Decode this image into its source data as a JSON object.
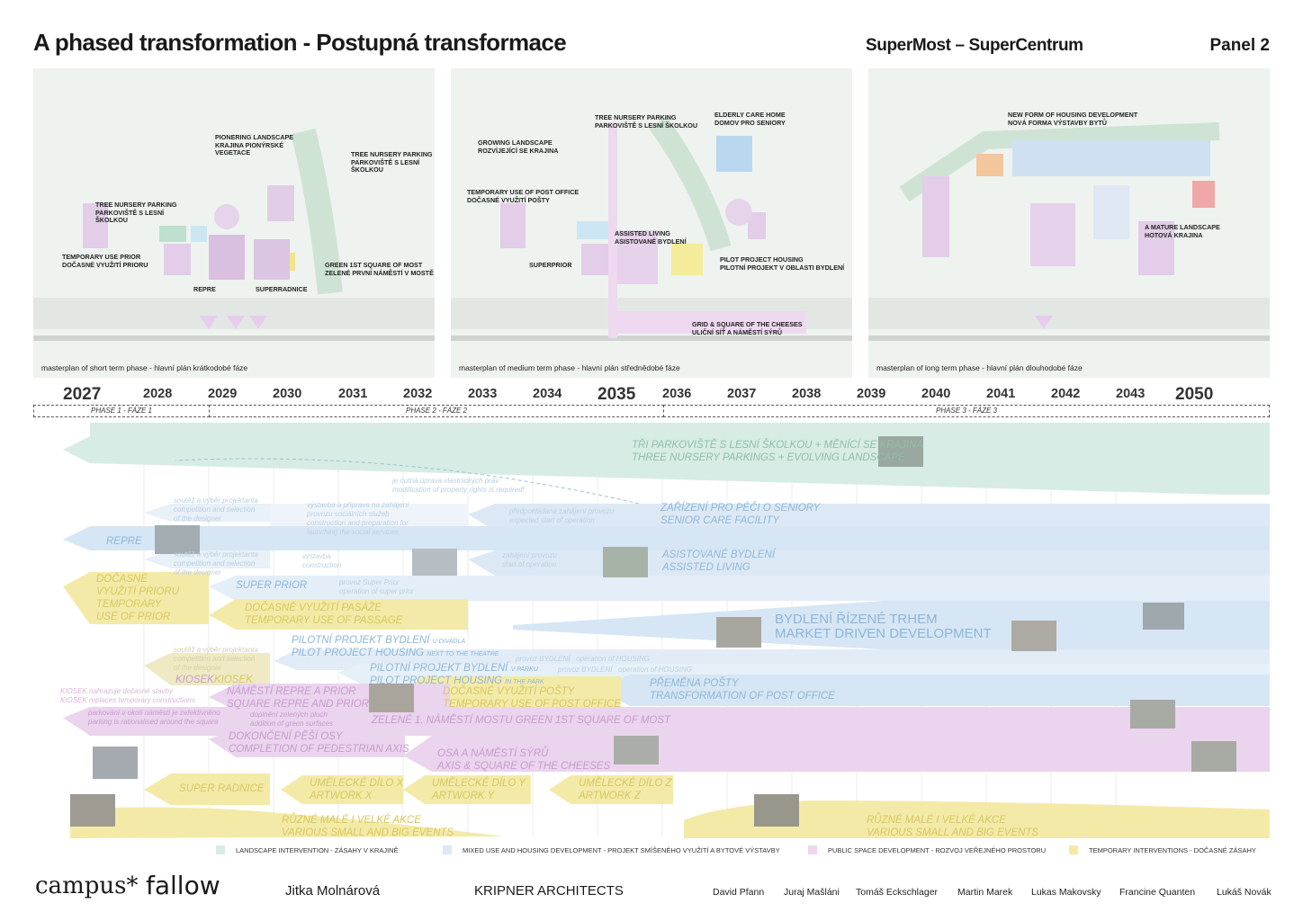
{
  "header": {
    "title": "A phased transformation - Postupná transformace",
    "project": "SuperMost – SuperCentrum",
    "panel": "Panel 2"
  },
  "maps": [
    {
      "caption": "masterplan of short term phase - hlavní plán krátkodobé fáze",
      "labels": [
        "PIONERING LANDSCAPE\nKRAJINA PIONÝRSKÉ\nVEGETACE",
        "TREE NURSERY PARKING\nPARKOVIŠTĚ S LESNÍ\nŠKOLKOU",
        "TREE NURSERY PARKING\nPARKOVIŠTĚ S LESNÍ\nŠKOLKOU",
        "TEMPORARY USE PRIOR\nDOČASNÉ VYUŽITÍ PRIORU",
        "GREEN 1ST SQUARE OF MOST\nZELENÉ PRVNÍ NÁMĚSTÍ V MOSTĚ",
        "REPRE",
        "SUPERRADNICE"
      ]
    },
    {
      "caption": "masterplan of medium term phase - hlavní plán střednědobé fáze",
      "labels": [
        "TREE NURSERY PARKING\nPARKOVIŠTĚ S LESNÍ ŠKOLKOU",
        "ELDERLY CARE HOME\nDOMOV PRO SENIORY",
        "GROWING LANDSCAPE\nROZVÍJEJÍCÍ SE KRAJINA",
        "TEMPORARY USE OF POST OFFICE\nDOČASNÉ VYUŽITÍ POŠTY",
        "ASSISTED LIVING\nASISTOVANÉ BYDLENÍ",
        "SUPERPRIOR",
        "PILOT PROJECT HOUSING\nPILOTNÍ PROJEKT V OBLASTI BYDLENÍ",
        "GRID & SQUARE OF THE CHEESES\nULIČNÍ SÍŤ A NÁMĚSTÍ SÝRŮ"
      ]
    },
    {
      "caption": "masterplan of long term phase - hlavní plán dlouhodobé fáze",
      "labels": [
        "NEW FORM OF HOUSING DEVELOPMENT\nNOVÁ FORMA VÝSTAVBY BYTŮ",
        "A MATURE LANDSCAPE\nHOTOVÁ KRAJINA"
      ]
    }
  ],
  "years": [
    "2027",
    "2028",
    "2029",
    "2030",
    "2031",
    "2032",
    "2033",
    "2034",
    "2035",
    "2036",
    "2037",
    "2038",
    "2039",
    "2040",
    "2041",
    "2042",
    "2043",
    "2050"
  ],
  "phases": [
    "PHASE 1 - FÁZE 1",
    "PHASE 2 - FÁZE 2",
    "PHASE 3 - FÁZE 3"
  ],
  "timeline": {
    "landscape": [
      "TŘI PARKOVIŠTĚ S LESNÍ ŠKOLKOU + MĚNÍCÍ SE KRAJINA",
      "THREE NURSERY PARKINGS + EVOLVING LANDSCAPE"
    ],
    "property_note": [
      "je nutná úprava vlastnických práv",
      "modification of property rights is required!"
    ],
    "senior": [
      "ZAŘÍZENÍ PRO PÉČI O SENIORY",
      "SENIOR CARE FACILITY"
    ],
    "senior_notes": [
      "soutěž a výběr projektanta",
      "competition and selection",
      "of the designer",
      "výstavba a příprava na zahájení",
      "provozu sociálních služeb",
      "construction and preparation for",
      "launching the social services",
      "předpokládané zahájení provozu",
      "expected start of operation"
    ],
    "repre": "REPRE",
    "assisted": [
      "ASISTOVANÉ BYDLENÍ",
      "ASSISTED LIVING"
    ],
    "assisted_notes": [
      "soutěž a výběr projektanta",
      "competition and selection",
      "of the designer",
      "výstavba",
      "construction",
      "zahájení provozu",
      "start of operation"
    ],
    "prior_temp": [
      "DOČASNÉ",
      "VYUŽITÍ PRIORU",
      "TEMPORARY",
      "USE OF PRIOR"
    ],
    "super_prior": "SUPER PRIOR",
    "super_prior_note": [
      "provoz Super Prior",
      "operation of super prior"
    ],
    "passage": [
      "DOČASNÉ VYUŽITÍ PASÁŽE",
      "TEMPORARY USE OF PASSAGE"
    ],
    "market": [
      "BYDLENÍ ŘÍZENÉ TRHEM",
      "MARKET DRIVEN DEVELOPMENT"
    ],
    "pilot1": [
      "PILOTNÍ PROJEKT BYDLENÍ",
      "U DIVADLA",
      "PILOT PROJECT HOUSING",
      "NEXT TO THE THEATRE"
    ],
    "pilot1_notes": [
      "soutěž a výběr projektanta",
      "competition and selection",
      "of the designer"
    ],
    "pilot2": [
      "PILOTNÍ PROJEKT BYDLENÍ",
      "V PARKU",
      "PILOT PROJECT HOUSING",
      "IN THE PARK"
    ],
    "pilot_ops": [
      "provoz BYDLENÍ",
      "operation of HOUSING",
      "provoz BYDLENÍ",
      "operation of HOUSING"
    ],
    "kiosek": [
      "KIOSEK",
      "KIOSEK",
      "KIOSEK nahrazuje dočasné stavby",
      "KIOSEK replaces temporary constructions"
    ],
    "repre_square": [
      "NÁMĚSTÍ REPRE A PRIOR",
      "SQUARE REPRE AND PRIOR"
    ],
    "post_temp": [
      "DOČASNÉ VYUŽITÍ POŠTY",
      "TEMPORARY USE OF POST OFFICE"
    ],
    "post_transform": [
      "PŘEMĚNA POŠTY",
      "TRANSFORMATION OF POST OFFICE"
    ],
    "parking_note": [
      "parkování v okolí náměstí je zefektivněno",
      "parking is rationalised around the square"
    ],
    "green_note": [
      "doplnění zelených ploch",
      "addition of green surfaces"
    ],
    "green_square": "ZELENÉ 1. NÁMĚSTÍ MOSTU  GREEN 1ST SQUARE OF MOST",
    "ped_axis": [
      "DOKONČENÍ PĚŠÍ OSY",
      "COMPLETION OF PEDESTRIAN AXIS"
    ],
    "cheese": [
      "OSA A NÁMĚSTÍ SÝRŮ",
      "AXIS & SQUARE OF THE CHEESES"
    ],
    "radnice": "SUPER RADNICE",
    "art": [
      [
        "UMĚLECKÉ DÍLO X",
        "ARTWORK X"
      ],
      [
        "UMĚLECKÉ DÍLO Y",
        "ARTWORK Y"
      ],
      [
        "UMĚLECKÉ DÍLO Z",
        "ARTWORK Z"
      ]
    ],
    "events": [
      "RŮZNÉ MALÉ I VELKÉ AKCE",
      "VARIOUS SMALL AND BIG EVENTS"
    ]
  },
  "legend": [
    {
      "label": "LANDSCAPE INTERVENTION - ZÁSAHY V KRAJINĚ",
      "color": "#d7ece4"
    },
    {
      "label": "MIXED USE AND HOUSING DEVELOPMENT - PROJEKT SMÍŠENÉHO VYUŽITÍ A BYTOVÉ VÝSTAVBY",
      "color": "#dce9f5"
    },
    {
      "label": "PUBLIC SPACE DEVELOPMENT - ROZVOJ VEŘEJNÉHO PROSTORU",
      "color": "#ecd7ef"
    },
    {
      "label": "TEMPORARY INTERVENTIONS - DOČASNÉ ZÁSAHY",
      "color": "#f3e9a3"
    }
  ],
  "colors": {
    "landscape": "#d7ece4",
    "housing": "#d6e6f4",
    "public": "#ebd4ee",
    "temporary": "#f4eaa8",
    "landscape_text": "#8fbfa8",
    "housing_text": "#8db6d8",
    "public_text": "#c79ccc",
    "temporary_text": "#d7c760"
  },
  "footer": {
    "logo1": "campus*",
    "logo2": "fallow",
    "person": "Jitka Molnárová",
    "firm": "KRIPNER ARCHITECTS",
    "team": [
      "David Pfann",
      "Juraj Mašláni",
      "Tomáš Eckschlager",
      "Martin Marek",
      "Lukas Makovsky",
      "Francine Quanten",
      "Lukáš Novák"
    ]
  }
}
